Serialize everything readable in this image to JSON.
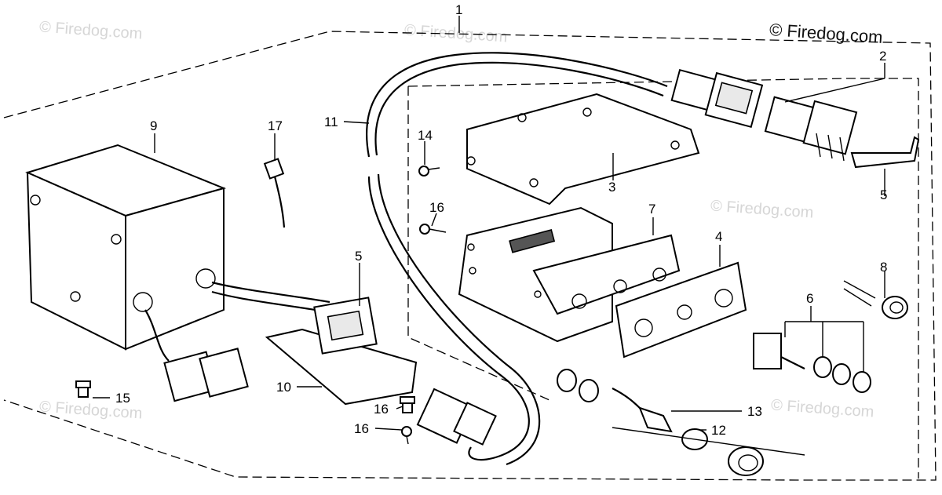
{
  "watermarks": {
    "main": "© Firedog.com",
    "faint": "© Firedog.com"
  },
  "callouts": [
    {
      "id": "1",
      "label": "1"
    },
    {
      "id": "2",
      "label": "2"
    },
    {
      "id": "3",
      "label": "3"
    },
    {
      "id": "4",
      "label": "4"
    },
    {
      "id": "5a",
      "label": "5"
    },
    {
      "id": "5b",
      "label": "5"
    },
    {
      "id": "6",
      "label": "6"
    },
    {
      "id": "7",
      "label": "7"
    },
    {
      "id": "8",
      "label": "8"
    },
    {
      "id": "9",
      "label": "9"
    },
    {
      "id": "10",
      "label": "10"
    },
    {
      "id": "11",
      "label": "11"
    },
    {
      "id": "12",
      "label": "12"
    },
    {
      "id": "13",
      "label": "13"
    },
    {
      "id": "14",
      "label": "14"
    },
    {
      "id": "15",
      "label": "15"
    },
    {
      "id": "16a",
      "label": "16"
    },
    {
      "id": "16b",
      "label": "16"
    },
    {
      "id": "16c",
      "label": "16"
    },
    {
      "id": "17",
      "label": "17"
    }
  ],
  "colors": {
    "ink": "#000000",
    "watermark": "#d6d6d6",
    "paper": "#ffffff"
  }
}
